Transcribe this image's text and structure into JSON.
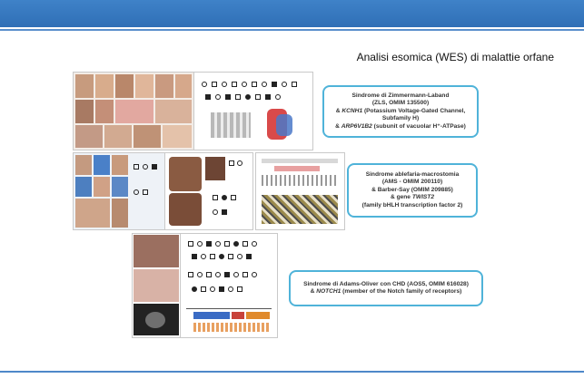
{
  "slide": {
    "title": "Analisi esomica (WES) di malattie orfane"
  },
  "colors": {
    "header": "#3476bd",
    "callout_border": "#4fb3d9"
  },
  "callouts": [
    {
      "line1": "Sindrome di Zimmermann-Laband",
      "line2": "(ZLS, OMIM 135500)",
      "line3_pre": "& ",
      "line3_gene": "KCNH1",
      "line3_post": " (Potassium Voltage-Gated Channel,",
      "line4": "Subfamily H)",
      "line5_pre": "& ",
      "line5_gene": "ARP6V1B2",
      "line5_post": " (subunit of vacuolar H⁺-ATPase)"
    },
    {
      "line1": "Sindrome ablefaria-macrostomia",
      "line2": "(AMS - OMIM 200110)",
      "line3": "& Barber-Say (OMIM 209885)",
      "line4_pre": "& gene ",
      "line4_gene": "TWIST2",
      "line5": "(family bHLH transcription factor 2)"
    },
    {
      "line1": "Sindrome di Adams-Oliver con CHD (AOS5, OMIM 616028)",
      "line2_pre": "& ",
      "line2_gene": "NOTCH1",
      "line2_post": " (member of the Notch family of receptors)"
    }
  ]
}
